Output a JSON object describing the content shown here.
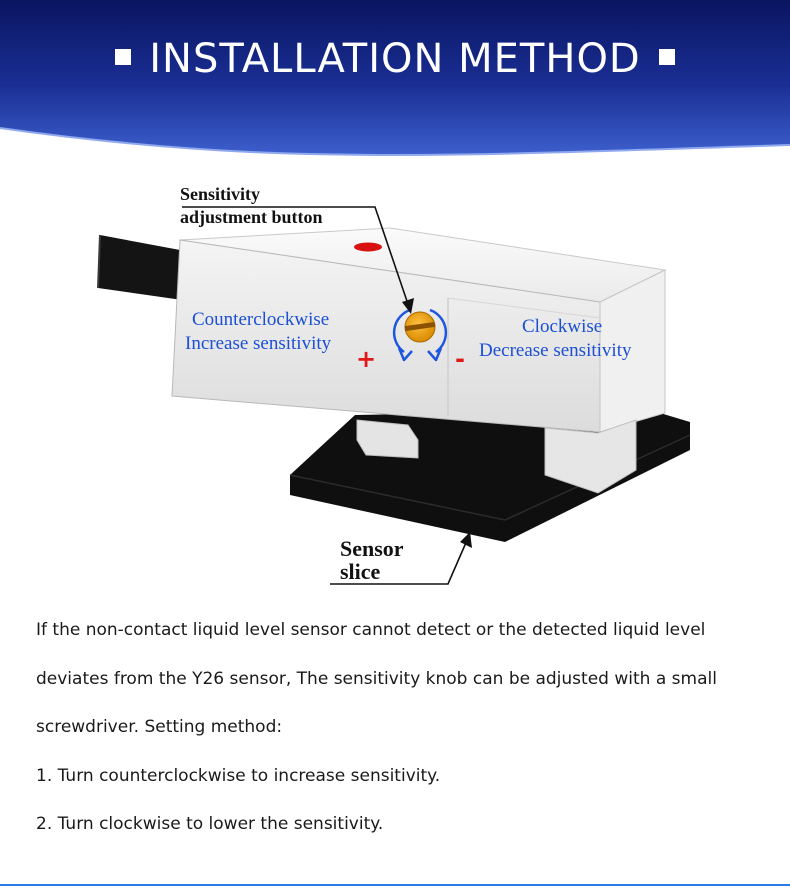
{
  "header": {
    "title": "INSTALLATION METHOD",
    "bg_dark": "#0a1560",
    "bg_light": "#3d5fcc"
  },
  "diagram": {
    "sensitivity_label_line1": "Sensitivity",
    "sensitivity_label_line2": "adjustment button",
    "ccw_line1": "Counterclockwise",
    "ccw_line2": "Increase sensitivity",
    "cw_line1": "Clockwise",
    "cw_line2": "Decrease sensitivity",
    "plus_sign": "+",
    "minus_sign": "-",
    "slice_line1": "Sensor",
    "slice_line2": "slice",
    "label_color": "#1a4fd6",
    "sign_color": "#e01818"
  },
  "description": {
    "lines": [
      "If the non-contact liquid level sensor cannot detect or the detected liquid level",
      "deviates from the Y26 sensor, The sensitivity knob can be adjusted with a small",
      "screwdriver. Setting method:",
      "1. Turn counterclockwise to increase sensitivity.",
      "2. Turn clockwise to lower the sensitivity."
    ]
  }
}
